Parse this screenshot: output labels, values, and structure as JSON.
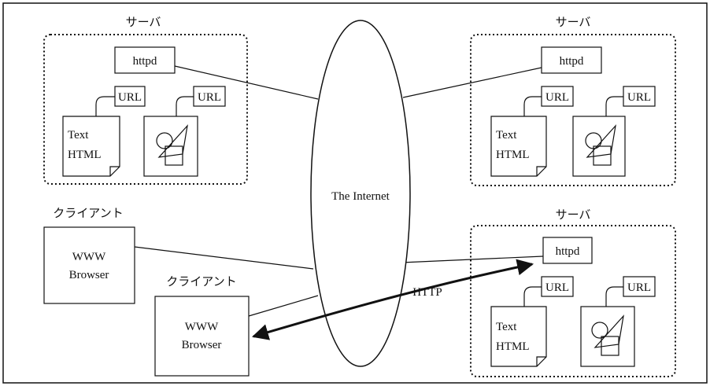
{
  "colors": {
    "ink": "#111111",
    "background": "#ffffff"
  },
  "internet": {
    "label": "The Internet"
  },
  "protocol": {
    "label": "HTTP"
  },
  "servers": [
    {
      "title": "サーバ",
      "daemon": "httpd",
      "url_a": "URL",
      "url_b": "URL",
      "doc_line1": "Text",
      "doc_line2": "HTML"
    },
    {
      "title": "サーバ",
      "daemon": "httpd",
      "url_a": "URL",
      "url_b": "URL",
      "doc_line1": "Text",
      "doc_line2": "HTML"
    },
    {
      "title": "サーバ",
      "daemon": "httpd",
      "url_a": "URL",
      "url_b": "URL",
      "doc_line1": "Text",
      "doc_line2": "HTML"
    }
  ],
  "clients": [
    {
      "title": "クライアント",
      "line1": "WWW",
      "line2": "Browser"
    },
    {
      "title": "クライアント",
      "line1": "WWW",
      "line2": "Browser"
    }
  ]
}
